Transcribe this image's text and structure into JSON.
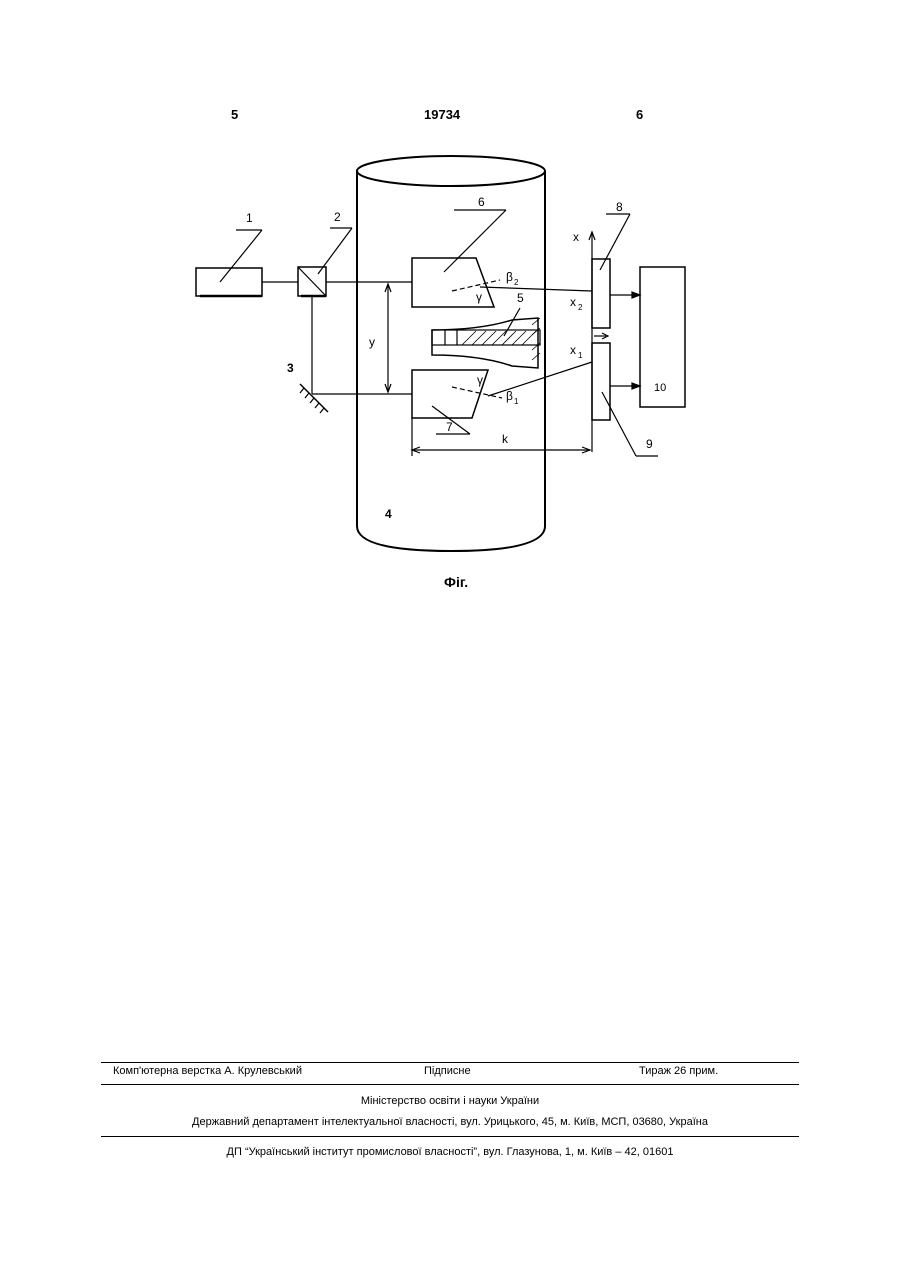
{
  "header": {
    "left_col": "5",
    "doc_number": "19734",
    "right_col": "6"
  },
  "figure": {
    "labels": {
      "n1": "1",
      "n2": "2",
      "n3": "3",
      "n4": "4",
      "n5": "5",
      "n6": "6",
      "n7": "7",
      "n8": "8",
      "n9": "9",
      "n10": "10",
      "x": "x",
      "x2": "x",
      "x2_sub": "2",
      "x1": "x",
      "x1_sub": "1",
      "y": "y",
      "k": "k",
      "beta2": "β",
      "beta2_sub": "2",
      "beta1": "β",
      "beta1_sub": "1",
      "gamma_top": "γ",
      "gamma_bottom": "γ"
    },
    "caption": "Фіг."
  },
  "footer": {
    "layout_credit": "Комп'ютерна верстка А. Крулевський",
    "signed": "Підписне",
    "circulation": "Тираж 26 прим.",
    "ministry": "Міністерство освіти і науки України",
    "department": "Державний департамент інтелектуальної власності, вул. Урицького, 45, м. Київ, МСП, 03680, Україна",
    "institute": "ДП “Український інститут промислової власності”, вул. Глазунова, 1, м. Київ – 42, 01601"
  }
}
